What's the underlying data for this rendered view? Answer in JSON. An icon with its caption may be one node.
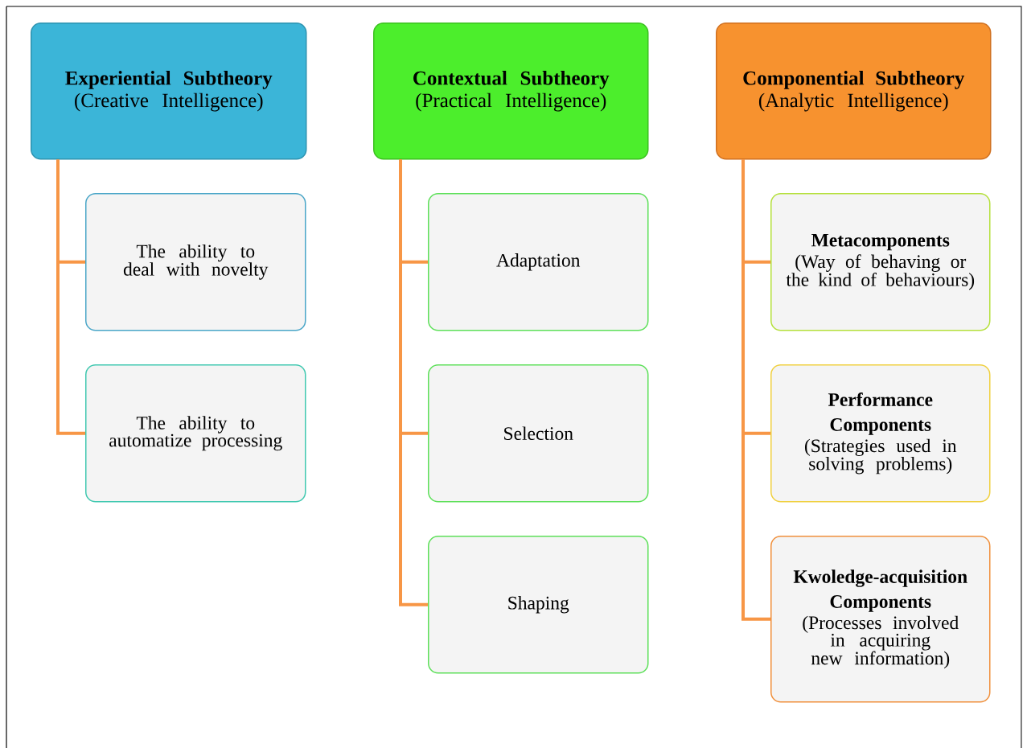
{
  "diagram": {
    "nodes": [
      {
        "text": [
          "Experiential Subtheory",
          "(Creative Intelligence)"
        ]
      },
      {
        "text": [
          "The ability to deal with novelty"
        ]
      },
      {
        "text": [
          "The ability to automatize processing"
        ]
      },
      {
        "text": [
          "Contextual Subtheory",
          "(Practical Intelligence)"
        ]
      },
      {
        "text": [
          "Adaptation"
        ]
      },
      {
        "text": [
          "Selection"
        ]
      },
      {
        "text": [
          "Shaping"
        ]
      },
      {
        "text": [
          "Componential Subtheory",
          "(Analytic Intelligence)"
        ]
      },
      {
        "text": [
          "Metacomponents",
          "(Way of behaving or the kind of behaviours)"
        ]
      },
      {
        "text": [
          "Performance Components",
          "(Strategies used in solving problems)"
        ]
      },
      {
        "text": [
          "Kwoledge-acquisition Components",
          "(Processes involved in acquiring new information)"
        ]
      }
    ],
    "edges": [
      {
        "from": 0,
        "to": 1,
        "arrow": "none"
      },
      {
        "from": 0,
        "to": 2,
        "arrow": "none"
      },
      {
        "from": 3,
        "to": 4,
        "arrow": "none"
      },
      {
        "from": 3,
        "to": 5,
        "arrow": "none"
      },
      {
        "from": 3,
        "to": 6,
        "arrow": "none"
      },
      {
        "from": 7,
        "to": 8,
        "arrow": "none"
      },
      {
        "from": 7,
        "to": 9,
        "arrow": "none"
      },
      {
        "from": 7,
        "to": 10,
        "arrow": "none"
      }
    ]
  }
}
